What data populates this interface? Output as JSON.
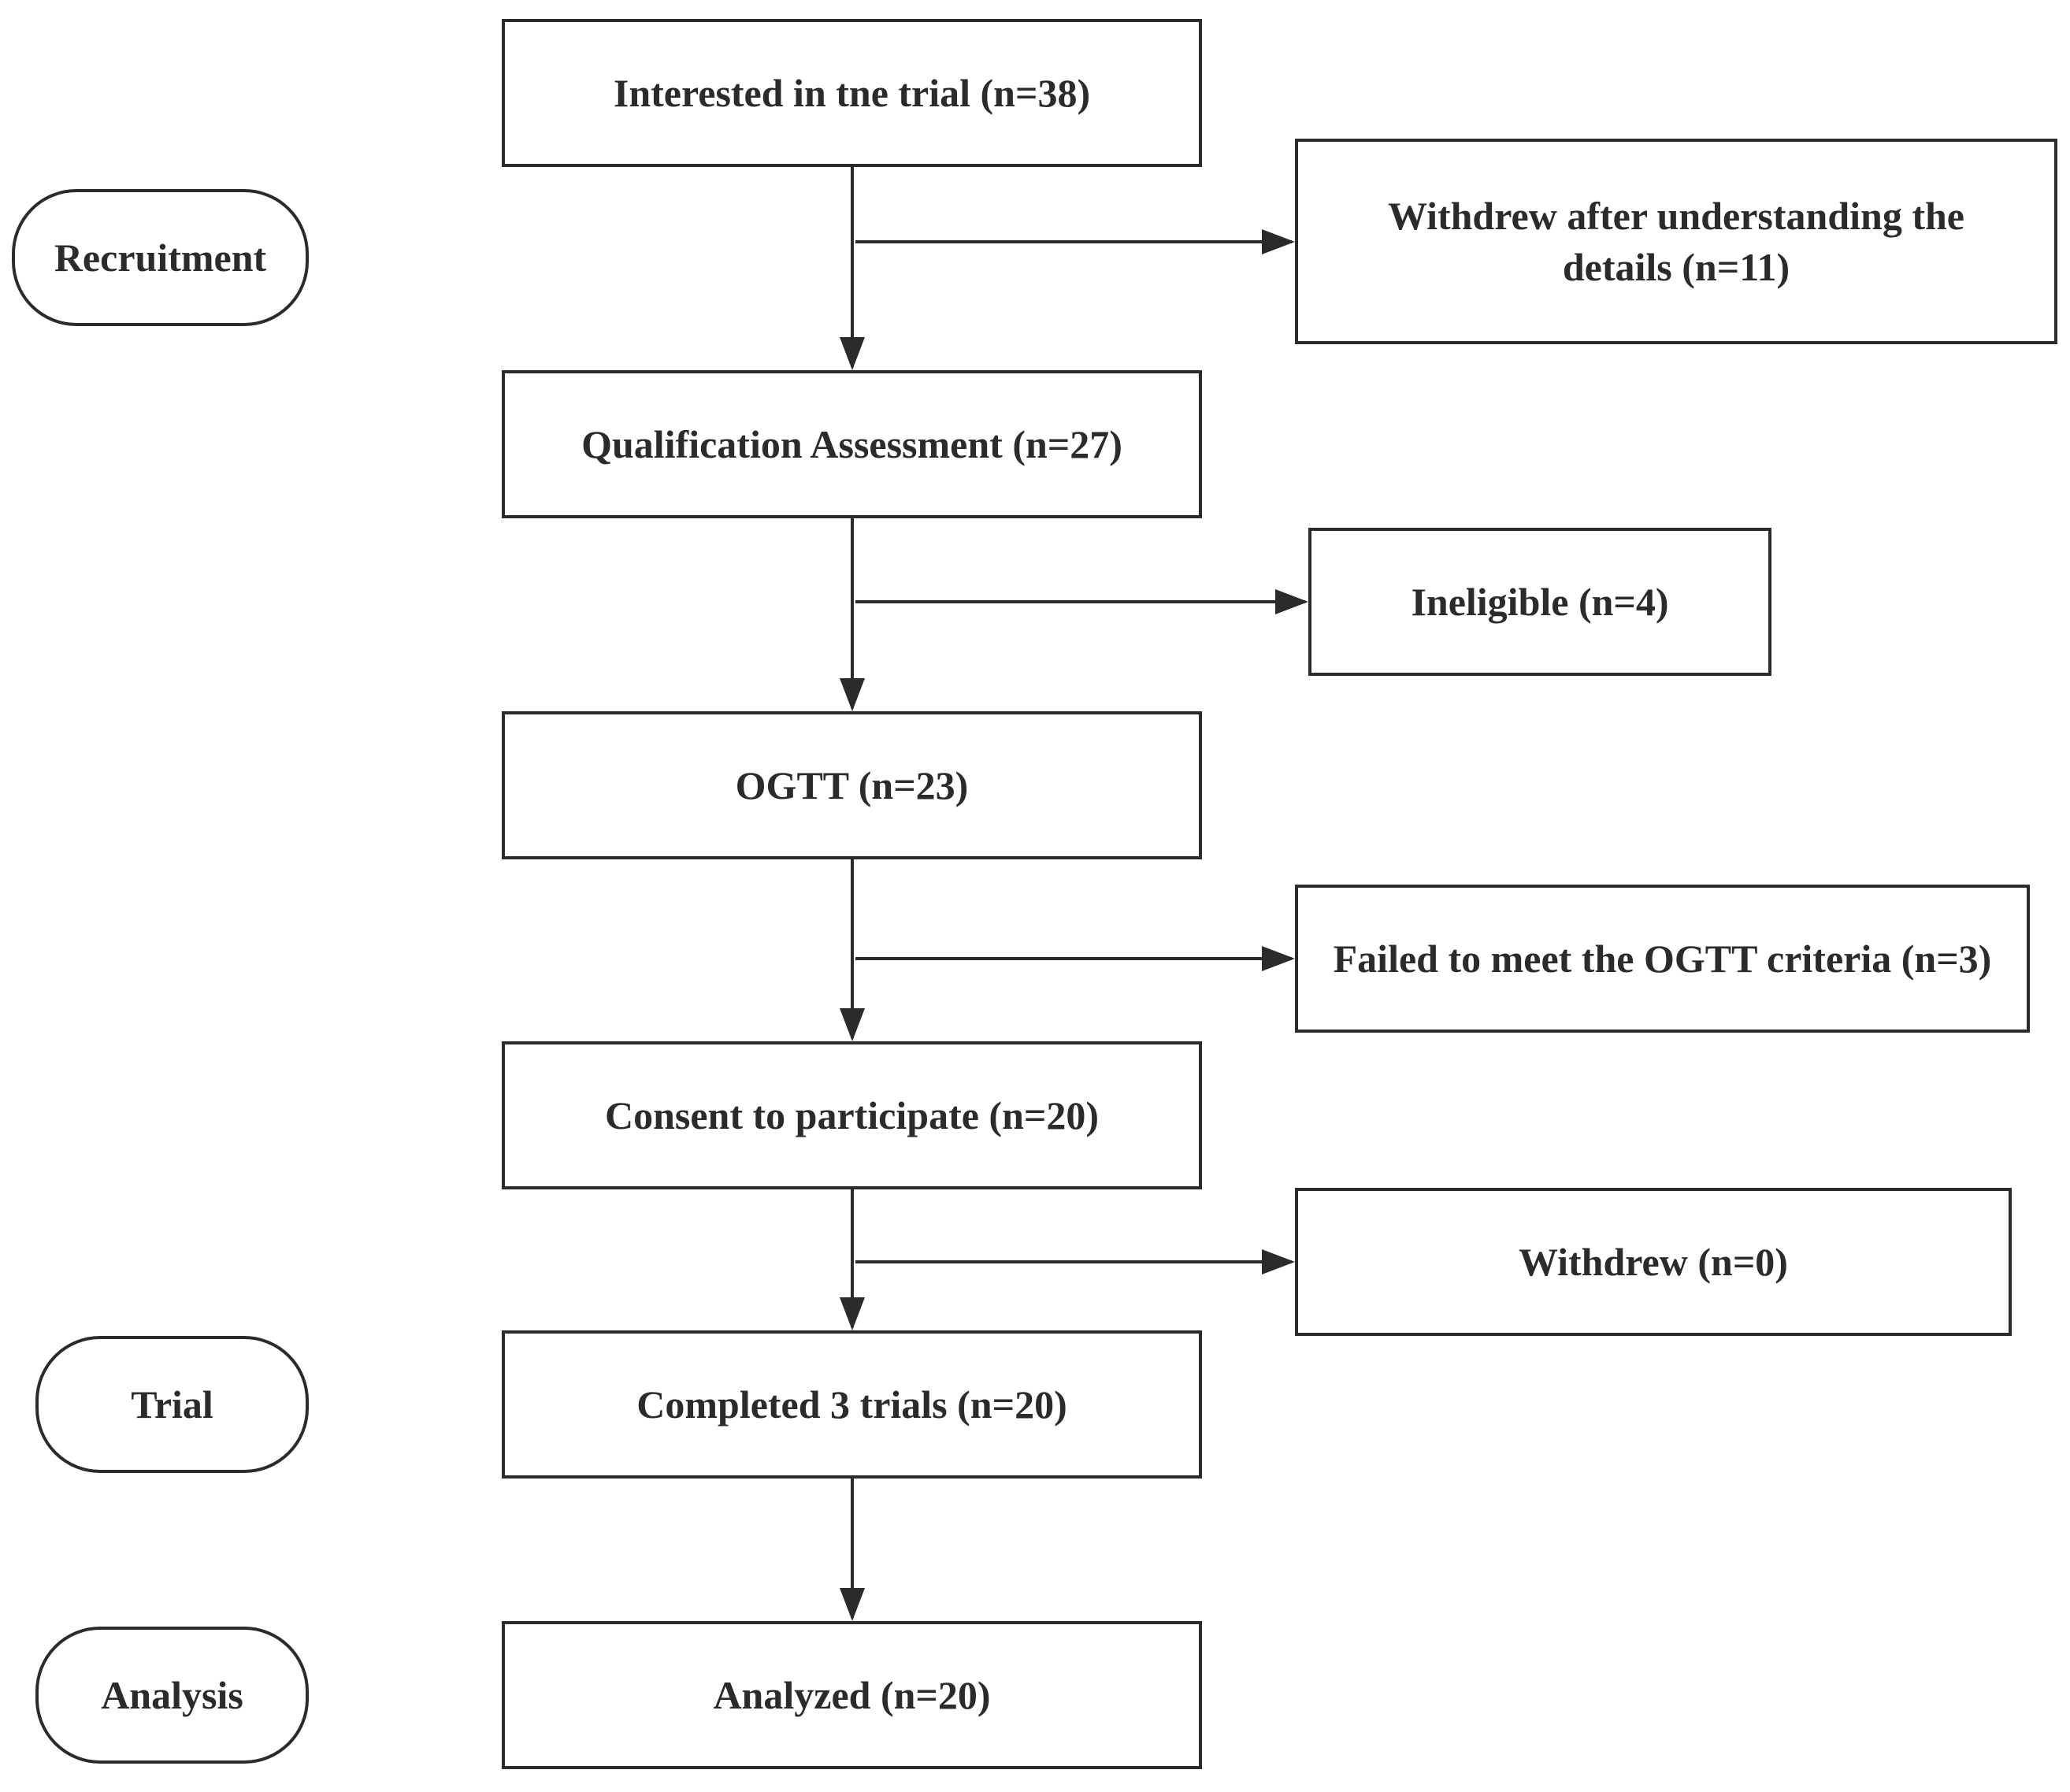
{
  "stages": {
    "recruitment": "Recruitment",
    "trial": "Trial",
    "analysis": "Analysis"
  },
  "main_flow": {
    "interested": "Interested in tne trial (n=38)",
    "qualification": "Qualification Assessment (n=27)",
    "ogtt": "OGTT (n=23)",
    "consent": "Consent to participate (n=20)",
    "completed": "Completed 3 trials (n=20)",
    "analyzed": "Analyzed (n=20)"
  },
  "exclusions": {
    "withdrew_details": "Withdrew after understanding the details (n=11)",
    "ineligible": "Ineligible (n=4)",
    "ogtt_failed": "Failed to meet the OGTT criteria (n=3)",
    "withdrew": "Withdrew (n=0)"
  },
  "colors": {
    "stroke": "#2b2b2b",
    "background": "#ffffff"
  }
}
